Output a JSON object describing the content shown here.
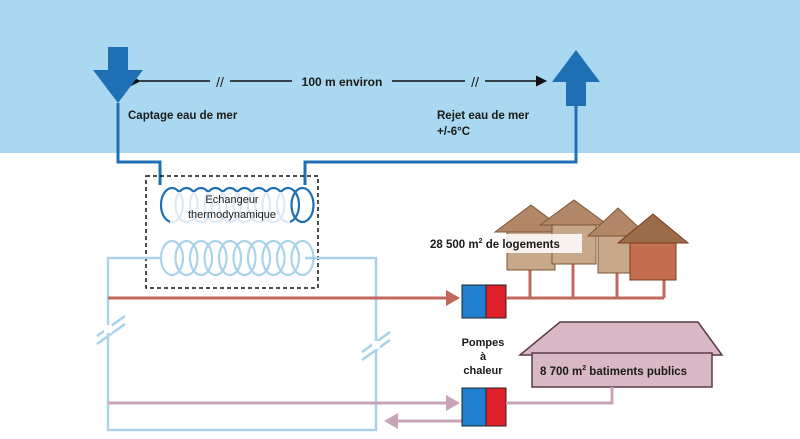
{
  "distance": {
    "label": "100 m environ",
    "break_mark": "//"
  },
  "intake": {
    "label": "Captage eau de mer"
  },
  "discharge": {
    "line1": "Rejet eau de mer",
    "line2": "+/-6°C"
  },
  "exchanger": {
    "line1": "Echangeur",
    "line2": "thermodynamique"
  },
  "housing": {
    "area": "28 500 m",
    "sup": "2",
    "suffix": " de logements"
  },
  "pumps": {
    "line1": "Pompes",
    "line2": "à",
    "line3": "chaleur"
  },
  "public_buildings": {
    "area": "8 700 m",
    "sup": "2",
    "suffix": " batiments publics"
  },
  "colors": {
    "sky": "#a9d8f0",
    "sea_pipe": "#1f6fb5",
    "cold_loop": "#a9d3ea",
    "hot_pipe": "#c0685a",
    "return_pipe": "#c9a3b7",
    "pump_blue": "#1f80d0",
    "pump_red": "#e0202a",
    "house_roof_light": "#b18768",
    "house_roof_dark": "#9c6b4a",
    "house_body": "#c8a88a",
    "house_front": "#c36f4f",
    "public_building": "#d8b8c4"
  }
}
